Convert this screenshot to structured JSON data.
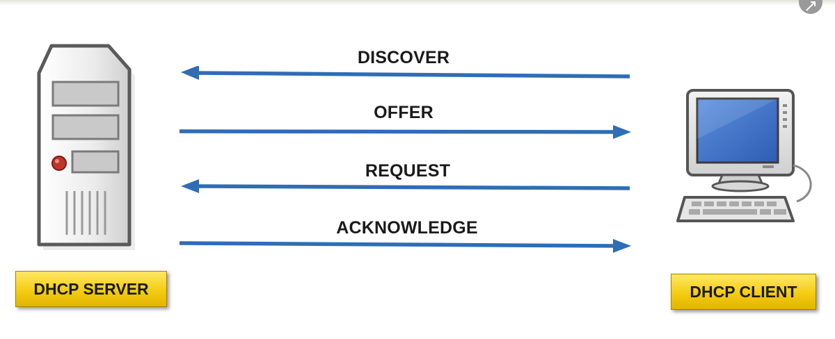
{
  "diagram": {
    "server": {
      "label": "DHCP SERVER"
    },
    "client": {
      "label": "DHCP CLIENT"
    },
    "messages": [
      {
        "label": "DISCOVER",
        "direction": "client-to-server"
      },
      {
        "label": "OFFER",
        "direction": "server-to-client"
      },
      {
        "label": "REQUEST",
        "direction": "client-to-server"
      },
      {
        "label": "ACKNOWLEDGE",
        "direction": "server-to-client"
      }
    ],
    "colors": {
      "arrow": "#2f6db5",
      "label_fill": "#f4cc12",
      "screen": "#3d70c4"
    }
  },
  "icons": {
    "server": "server-tower-icon",
    "client": "desktop-computer-icon",
    "corner": "expand-icon"
  }
}
